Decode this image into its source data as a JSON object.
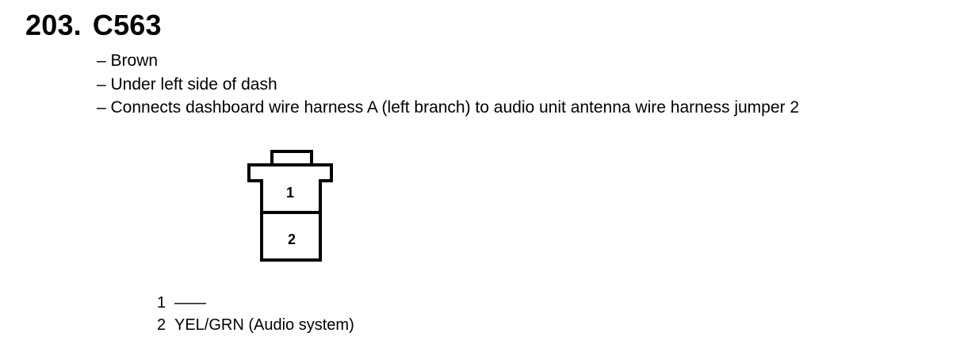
{
  "header": {
    "number": "203.",
    "connector_id": "C563"
  },
  "description": [
    "– Brown",
    "– Under left side of dash",
    "– Connects dashboard wire harness A (left branch) to audio unit antenna wire harness jumper 2"
  ],
  "connector_face": {
    "cavities": [
      {
        "label": "1"
      },
      {
        "label": "2"
      }
    ]
  },
  "pins": [
    {
      "number": "1",
      "wire": "——"
    },
    {
      "number": "2",
      "wire": "YEL/GRN (Audio system)"
    }
  ]
}
